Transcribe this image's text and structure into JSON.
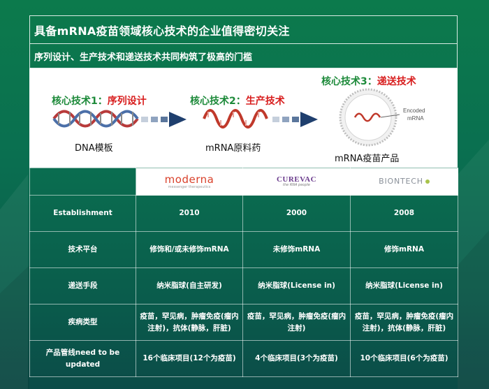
{
  "header": {
    "title": "具备mRNA疫苗领域核心技术的企业值得密切关注",
    "subtitle": "序列设计、生产技术和递送技术共同构筑了极高的门槛"
  },
  "diagram": {
    "tech1": {
      "prefix": "核心技术1：",
      "name": "序列设计"
    },
    "tech2": {
      "prefix": "核心技术2：",
      "name": "生产技术"
    },
    "tech3": {
      "prefix": "核心技术3：",
      "name": "递送技术"
    },
    "caption1": "DNA模板",
    "caption2": "mRNA原料药",
    "caption3": "mRNA疫苗产品",
    "encoded_label": "Encoded\nmRNA",
    "colors": {
      "green": "#1d8a3a",
      "red": "#d81e1e",
      "arrow": "#1f3f6e"
    }
  },
  "companies": [
    {
      "name": "moderna",
      "tagline": "messenger therapeutics",
      "logo_color": "#d9412b"
    },
    {
      "name": "CUREVAC",
      "tagline": "the RNA people",
      "logo_color": "#6a3b8c"
    },
    {
      "name": "BIONTECH",
      "logo_color": "#8a9099"
    }
  ],
  "table": {
    "rows": [
      {
        "label": "Establishment",
        "values": [
          "2010",
          "2000",
          "2008"
        ]
      },
      {
        "label": "技术平台",
        "values": [
          "修饰和/或未修饰mRNA",
          "未修饰mRNA",
          "修饰mRNA"
        ]
      },
      {
        "label": "递送手段",
        "values": [
          "纳米脂球(自主研发)",
          "纳米脂球(License in)",
          "纳米脂球(License in)"
        ]
      },
      {
        "label": "疾病类型",
        "values": [
          "疫苗，罕见病，肿瘤免疫(瘤内注射)，抗体(静脉，肝脏)",
          "疫苗，罕见病，肿瘤免疫(瘤内注射)",
          "疫苗，罕见病，肿瘤免疫(瘤内注射)，抗体(静脉，肝脏)"
        ]
      },
      {
        "label": "产品管线need to be updated",
        "values": [
          "16个临床项目(12个为疫苗)",
          "4个临床项目(3个为疫苗)",
          "10个临床项目(6个为疫苗)"
        ]
      }
    ]
  }
}
